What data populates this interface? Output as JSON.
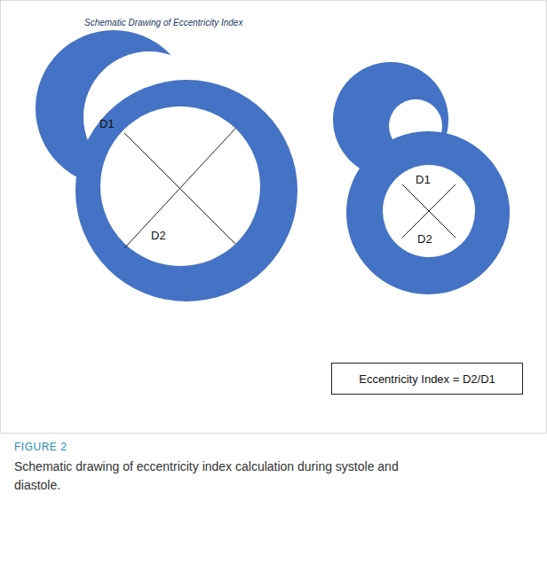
{
  "diagram": {
    "title": "Schematic Drawing of Eccentricity Index",
    "caption": "Schematic drawing of eccentricity index calculation during systole and diastole.",
    "nodes": [
      {
        "text": [
          "Eccentricity Index = D2/D1"
        ]
      }
    ],
    "labels": [
      "D1",
      "D2",
      "D1",
      "D2",
      "FIGURE 2"
    ]
  }
}
